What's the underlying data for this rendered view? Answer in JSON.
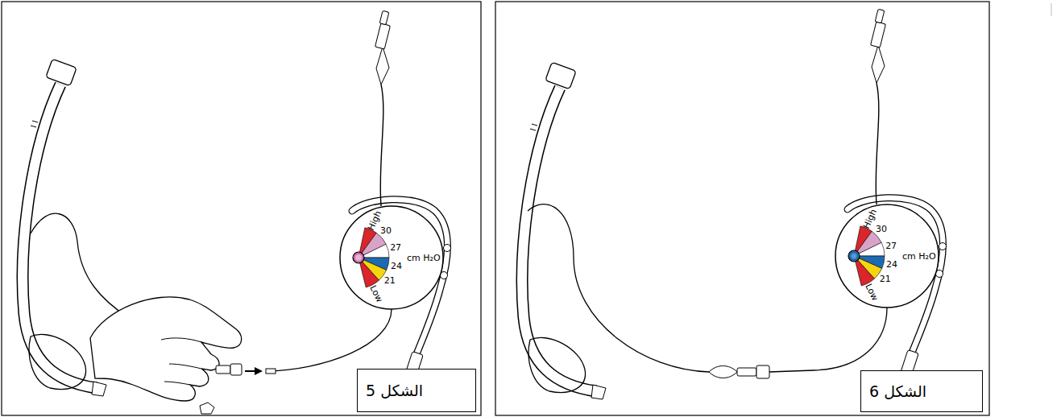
{
  "diagram": {
    "nodes": [
      {
        "text": [
          "الشكل 5"
        ]
      },
      {
        "text": [
          "الشكل 6"
        ]
      }
    ],
    "labels": [
      "High",
      "30",
      "27",
      "cm H₂O",
      "24",
      "21",
      "Low",
      "High",
      "30",
      "27",
      "cm H₂O",
      "24",
      "21",
      "Low"
    ]
  }
}
